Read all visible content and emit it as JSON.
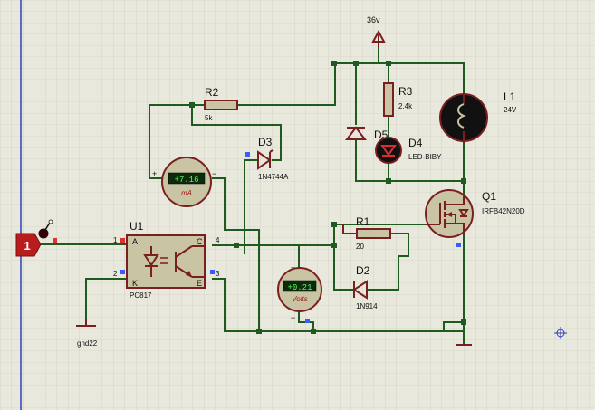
{
  "supply": {
    "voltage_label": "36v"
  },
  "resistors": {
    "r2": {
      "ref": "R2",
      "value": "5k"
    },
    "r3": {
      "ref": "R3",
      "value": "2.4k"
    },
    "r1": {
      "ref": "R1",
      "value": "20"
    }
  },
  "lamp": {
    "ref": "L1",
    "value": "24V"
  },
  "diodes": {
    "d3": {
      "ref": "D3",
      "part": "1N4744A"
    },
    "d5": {
      "ref": "D5"
    },
    "d4": {
      "ref": "D4",
      "part": "LED-BIBY"
    },
    "d2": {
      "ref": "D2",
      "part": "1N914"
    }
  },
  "ammeter": {
    "reading": "+7.16",
    "unit": "mA",
    "plus": "+",
    "minus": "−"
  },
  "voltmeter": {
    "reading": "+0.21",
    "unit": "Volts",
    "plus": "+",
    "minus": "−"
  },
  "mosfet": {
    "ref": "Q1",
    "part": "IRFB42N20D"
  },
  "optocoupler": {
    "ref": "U1",
    "part": "PC817",
    "pins": {
      "p1": "1",
      "p2": "2",
      "p3": "3",
      "p4": "4"
    },
    "pin_labels": {
      "a": "A",
      "k": "K",
      "c": "C",
      "e": "E"
    }
  },
  "input_terminal": {
    "number": "1"
  },
  "ground": {
    "label": "gnd22"
  }
}
